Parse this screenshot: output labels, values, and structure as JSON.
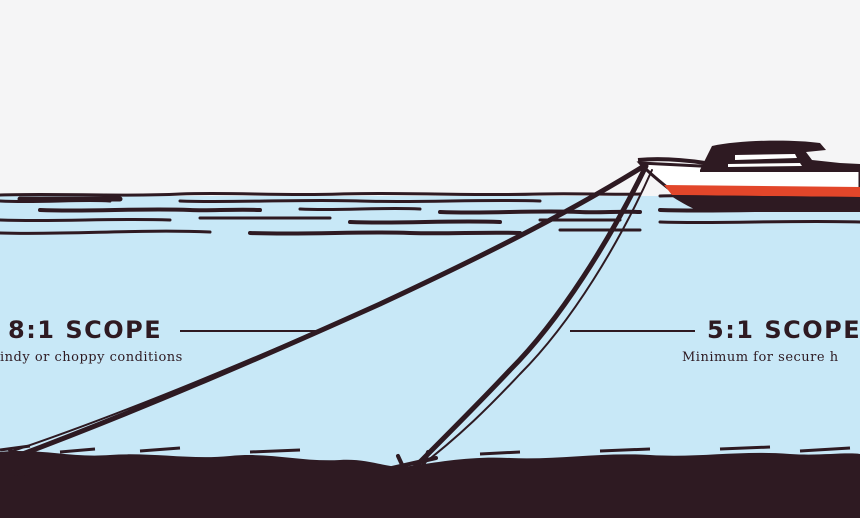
{
  "colors": {
    "sky": "#f5f5f6",
    "water": "#c8e8f7",
    "ink": "#2e1a22",
    "hull_stripe": "#e2462a",
    "hull_white": "#ffffff"
  },
  "left_label": {
    "title": "8:1 SCOPE",
    "subtitle": "indy or choppy conditions"
  },
  "right_label": {
    "title": "5:1 SCOPE",
    "subtitle": "Minimum for secure h"
  }
}
